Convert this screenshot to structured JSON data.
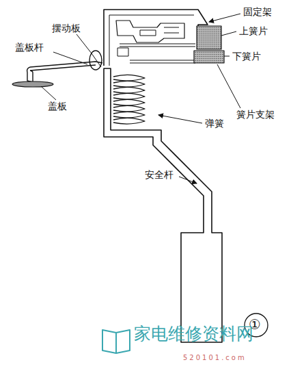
{
  "diagram": {
    "labels": [
      "摆动板",
      "固定架",
      "盖板杆",
      "上簧片",
      "下簧片",
      "盖板",
      "弹簧",
      "簧片支架",
      "安全杆",
      "①",
      "家电维修资料网",
      "520101.com"
    ]
  }
}
